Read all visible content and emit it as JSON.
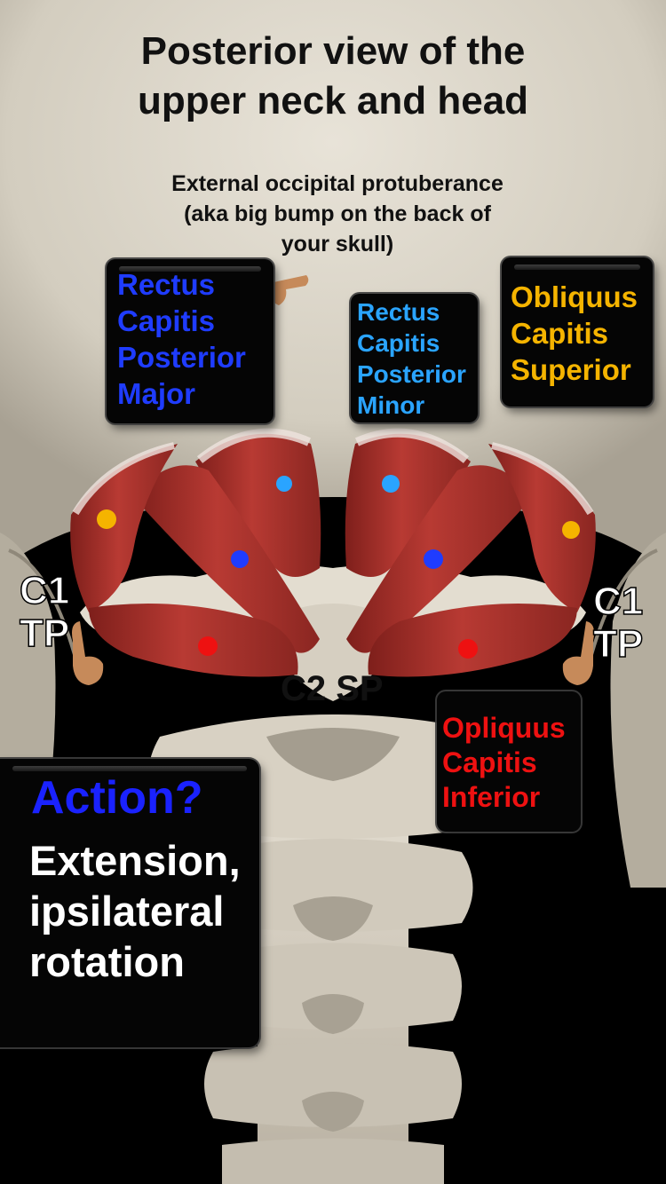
{
  "title": "Posterior view of the\nupper neck and head",
  "eop_label": "External occipital protuberance\n(aka big bump on the back of\nyour skull)",
  "boxes": {
    "rectus_capitis_posterior_major": "Rectus\nCapitis\nPosterior\nMajor",
    "rectus_capitis_posterior_minor": "Rectus\nCapitis\nPosterior\nMinor",
    "obliquus_capitis_superior": "Obliquus\nCapitis\nSuperior",
    "obliquus_capitis_inferior": "Opliquus\nCapitis\nInferior"
  },
  "action": {
    "question": "Action?",
    "answer": "Extension,\nipsilateral\nrotation"
  },
  "landmarks": {
    "c1_left": "C1\nTP",
    "c1_right": "C1\nTP",
    "c2_sp": "C2 SP"
  },
  "colors": {
    "rcp_major": "#1f3cff",
    "rcp_minor": "#2aa4ff",
    "ocs": "#f5b400",
    "oci": "#ee1111",
    "action_question": "#1a22ff",
    "muscle": "#a3302b",
    "bone": "#ddd6c8"
  },
  "icons": [
    "pointing-hand-icon"
  ]
}
